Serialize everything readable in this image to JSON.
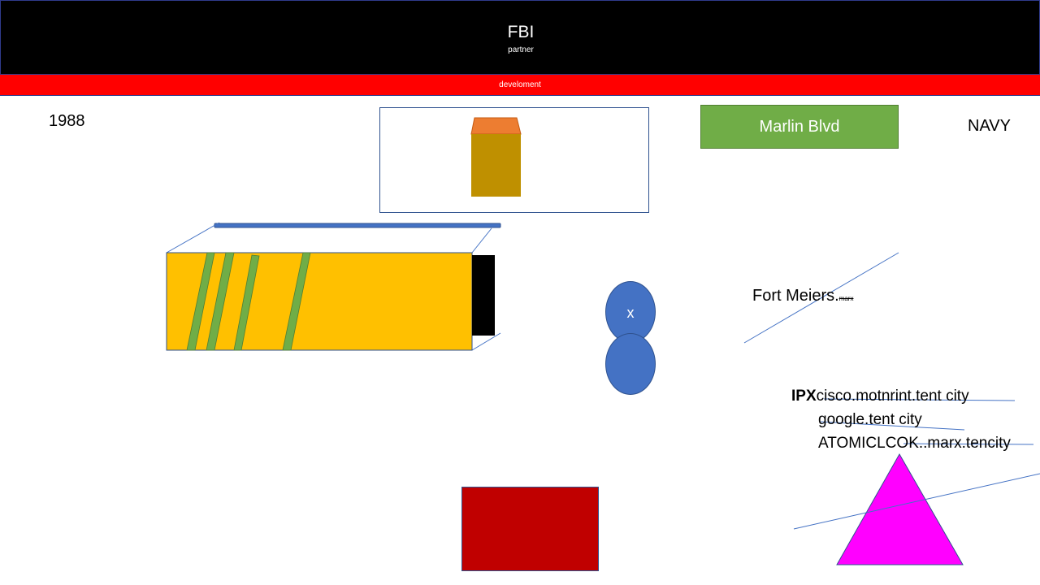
{
  "header": {
    "title": "FBI",
    "subtitle": "partner",
    "banner": "develoment"
  },
  "labels": {
    "year": "1988",
    "navy": "NAVY",
    "street_button": "Marlin Blvd",
    "circle_mark": "x",
    "fort_main": "Fort Meiers.",
    "fort_small": "marx"
  },
  "hosts": {
    "line1_prefix": "IPX",
    "line1_rest": "cisco.motnrint.tent city",
    "line2": "google.tent city",
    "line3": "ATOMICLCOK..marx.tencity"
  },
  "colors": {
    "header_bg": "#000000",
    "banner_bg": "#ff0000",
    "button_green": "#70ad47",
    "box_yellow": "#ffc000",
    "stripe_green": "#70ad47",
    "accent_blue": "#4472c4",
    "jar_orange": "#ed7d31",
    "jar_gold": "#bf9000",
    "red_block": "#c00000",
    "triangle_magenta": "#ff00ff"
  }
}
